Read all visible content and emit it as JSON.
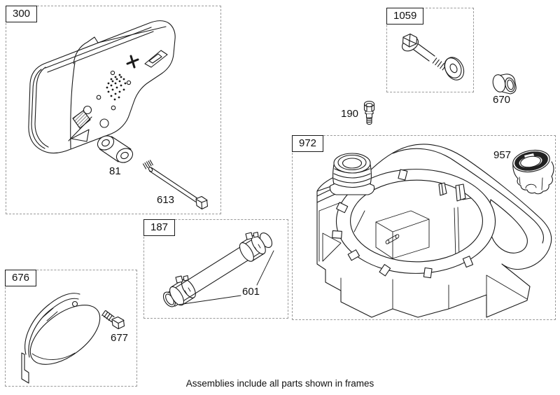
{
  "caption": "Assemblies include all parts shown in frames",
  "frames": {
    "muffler": {
      "label": "300",
      "parts": {
        "lock_link": "81",
        "screw": "613"
      }
    },
    "bolt_kit": {
      "label": "1059"
    },
    "fuel_tank": {
      "label": "972",
      "parts": {
        "fuel_cap": "957"
      }
    },
    "fuel_line": {
      "label": "187",
      "parts": {
        "clamp": "601"
      }
    },
    "cover": {
      "label": "676",
      "parts": {
        "screw": "677"
      }
    }
  },
  "loose_parts": {
    "bushing": "670",
    "bolt": "190"
  },
  "colors": {
    "line": "#1a1a1a",
    "frame_border": "#9a9a9a",
    "background": "#ffffff"
  }
}
